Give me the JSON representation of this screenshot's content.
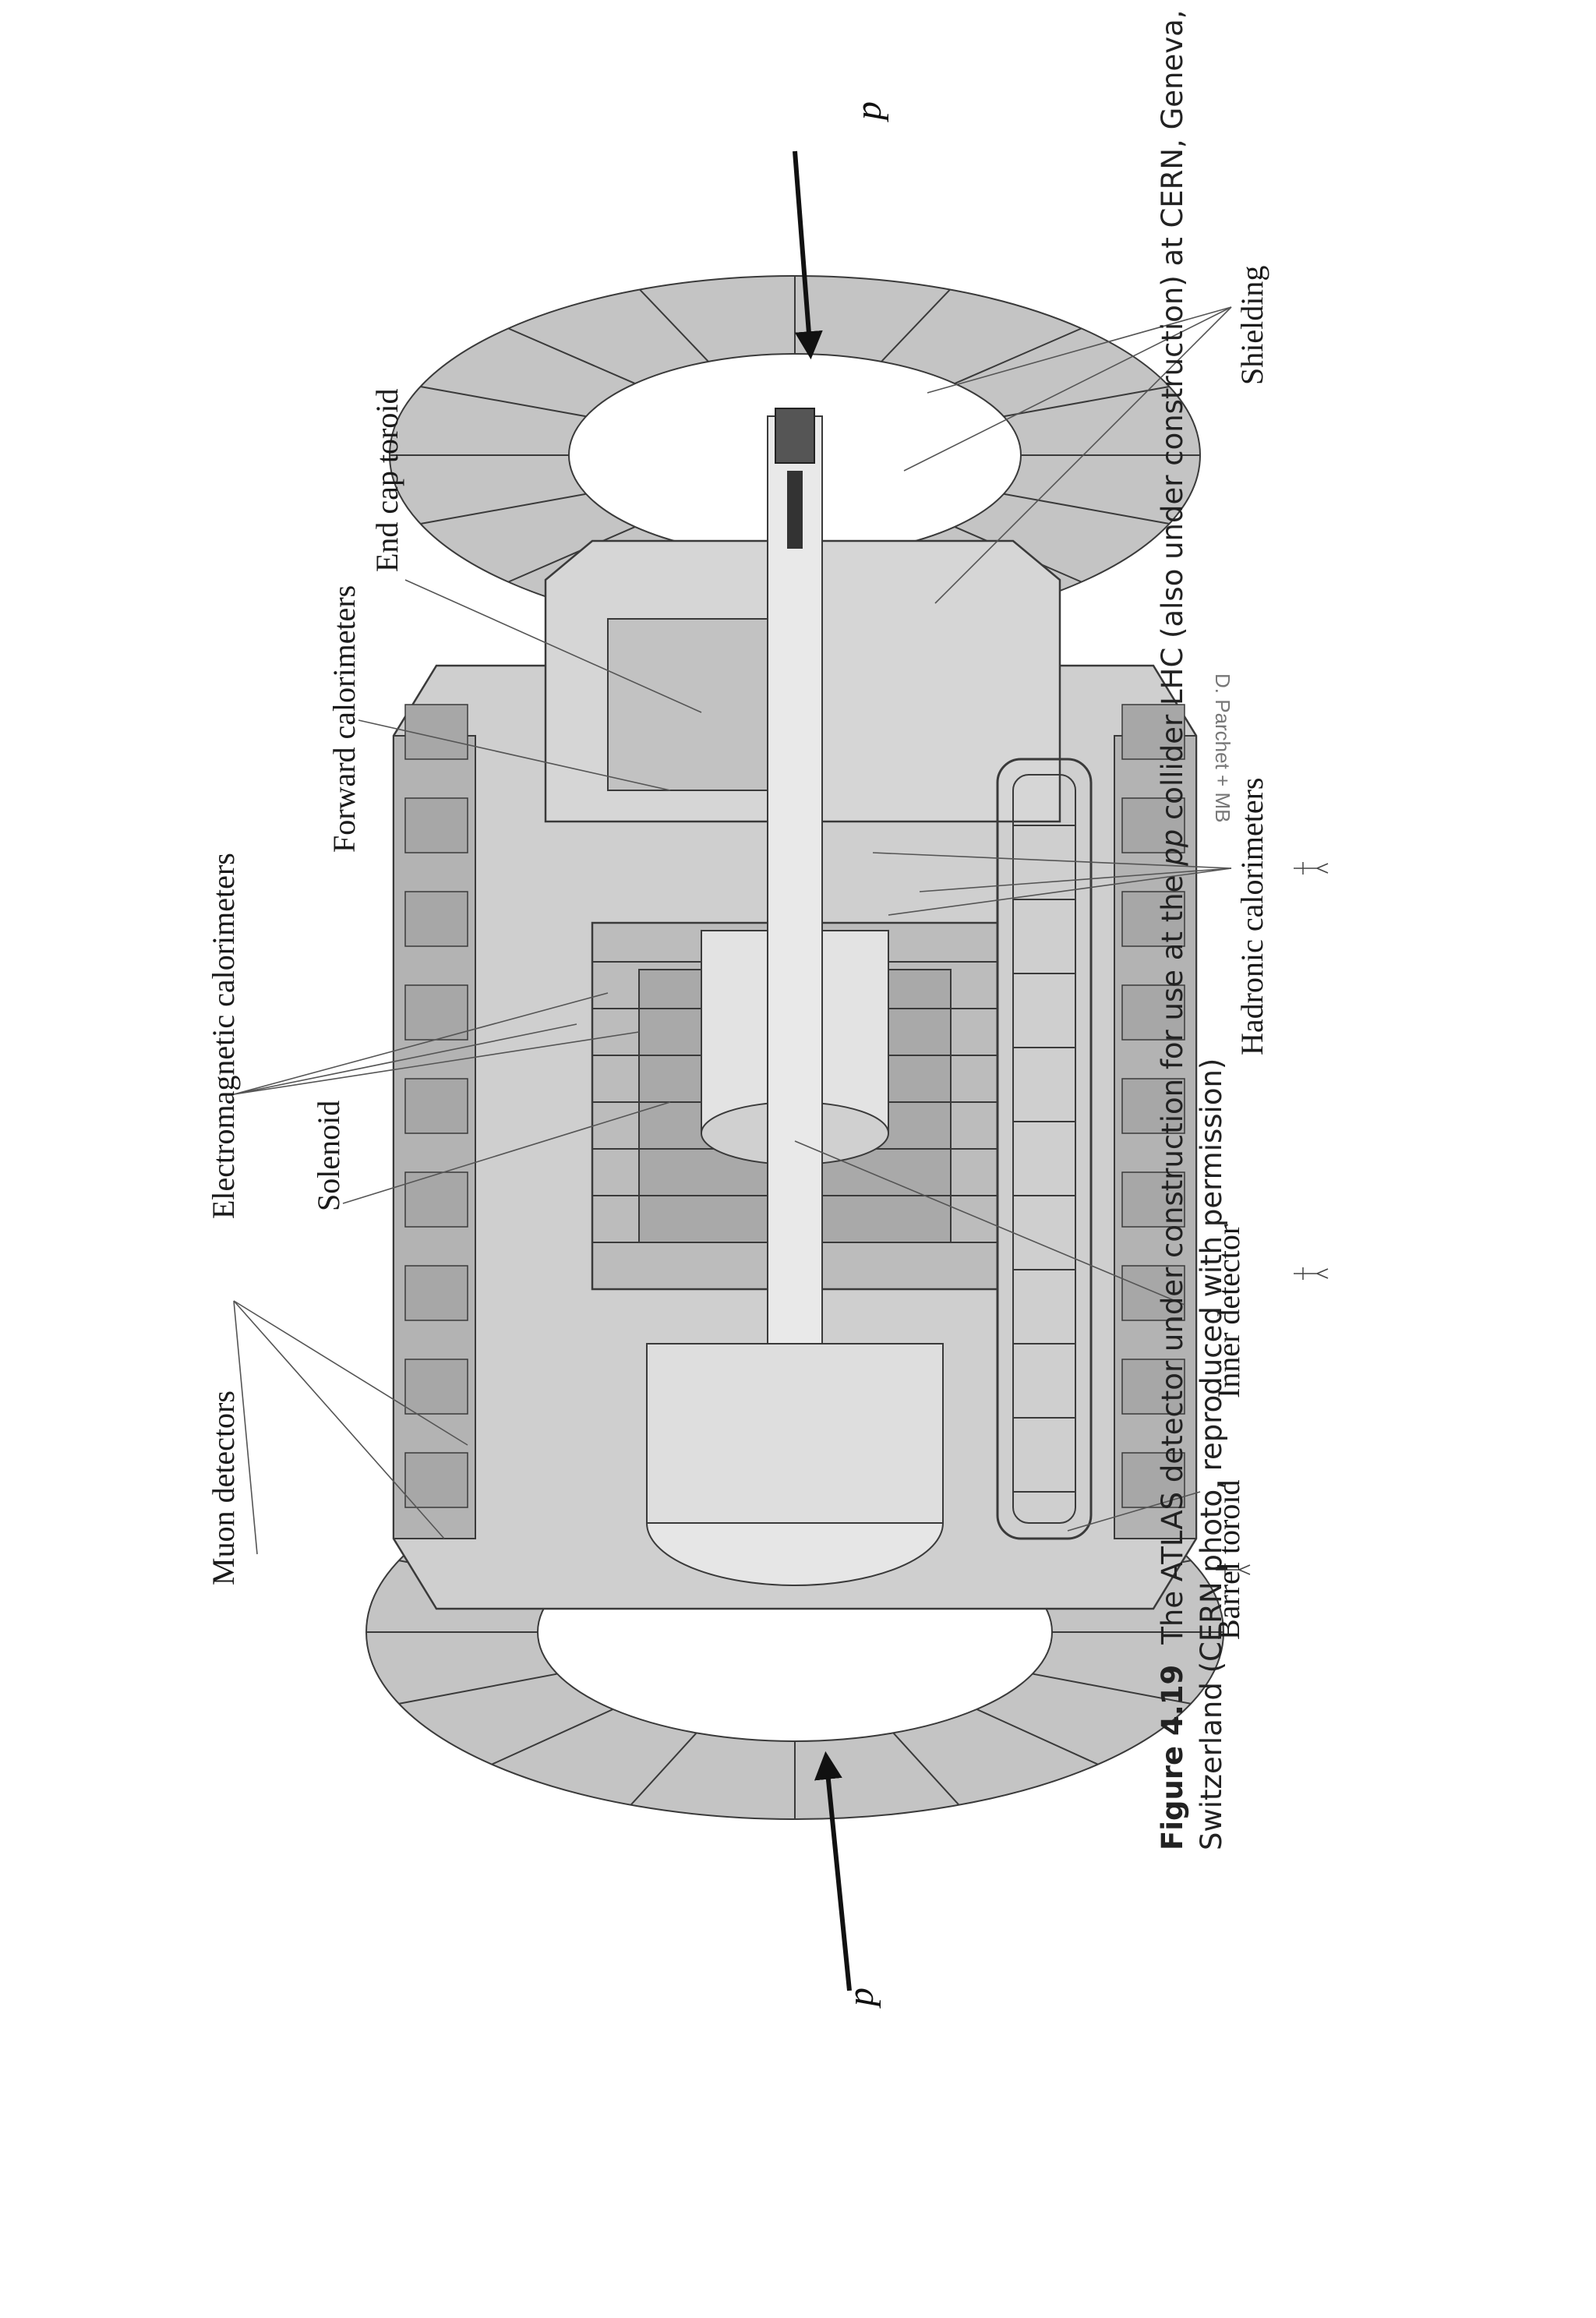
{
  "figure": {
    "labels": {
      "muon": "Muon detectors",
      "em_cal": "Electromagnetic calorimeters",
      "solenoid": "Solenoid",
      "forward_cal": "Forward calorimeters",
      "endcap_toroid": "End cap toroid",
      "barrel_toroid": "Barrel toroid",
      "inner_detector": "Inner detector",
      "hadronic_cal": "Hadronic calorimeters",
      "shielding": "Shielding",
      "beam_left": "p",
      "beam_right": "p"
    },
    "artist_signature": "D. Parchet + MB"
  },
  "caption": {
    "figure_number": "Figure 4.19",
    "text_part1": "The ATLAS detector under construction for use at the ",
    "text_italic": "pp",
    "text_part2": " collider LHC (also under construction) at CERN, Geneva, Switzerland (CERN photo, reproduced with permission)"
  },
  "colors": {
    "page_background": "#ffffff",
    "drawing_gray": "#bdbdbd",
    "drawing_light": "#d9d9d9",
    "drawing_dark": "#8e8e8e",
    "outline": "#3a3a3a"
  }
}
